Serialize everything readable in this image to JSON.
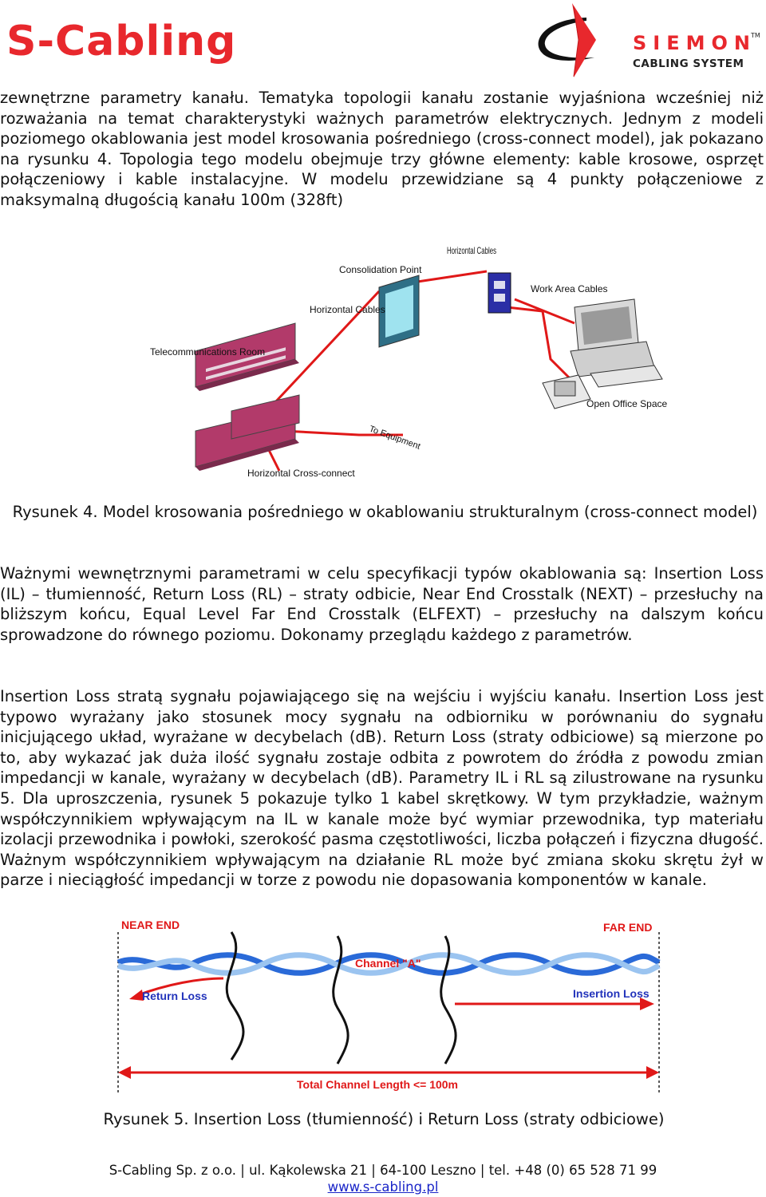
{
  "header": {
    "brand_left": "S-Cabling",
    "brand_right": "SIEMON",
    "brand_right_tm": "TM",
    "brand_right_sub": "CABLING SYSTEM"
  },
  "paragraphs": {
    "p1": "zewnętrzne parametry kanału. Tematyka topologii kanału zostanie wyjaśniona wcześniej niż rozważania na temat charakterystyki ważnych parametrów elektrycznych. Jednym z modeli poziomego okablowania jest model krosowania pośredniego (cross-connect model), jak pokazano na rysunku 4. Topologia tego modelu obejmuje trzy główne elementy: kable krosowe, osprzęt połączeniowy i kable instalacyjne. W modelu przewidziane są 4 punkty połączeniowe z maksymalną długością kanału 100m (328ft)",
    "p2": "Ważnymi wewnętrznymi parametrami w celu specyfikacji typów okablowania są: Insertion Loss (IL) – tłumienność, Return Loss (RL) – straty odbicie, Near End Crosstalk (NEXT) – przesłuchy na bliższym końcu, Equal Level Far End Crosstalk (ELFEXT) – przesłuchy na dalszym końcu sprowadzone do równego poziomu. Dokonamy przeglądu każdego z parametrów.",
    "p3": "Insertion Loss stratą sygnału pojawiającego się na wejściu i wyjściu kanału. Insertion Loss jest typowo wyrażany jako stosunek mocy sygnału na odbiorniku w porównaniu do sygnału inicjującego układ, wyrażane w decybelach (dB). Return Loss (straty odbiciowe) są mierzone po to, aby wykazać jak duża ilość sygnału zostaje odbita z powrotem do źródła z powodu zmian impedancji w kanale, wyrażany w decybelach (dB). Parametry IL i RL są zilustrowane na rysunku 5. Dla uproszczenia, rysunek 5 pokazuje tylko 1 kabel skrętkowy. W tym przykładzie, ważnym współczynnikiem wpływającym na IL w kanale może być wymiar przewodnika, typ materiału izolacji przewodnika i powłoki, szerokość pasma częstotliwości, liczba połączeń i fizyczna długość. Ważnym współczynnikiem wpływającym na działanie RL może być zmiana skoku skrętu żył w parze i nieciągłość impedancji w torze z powodu nie dopasowania komponentów w kanale."
  },
  "figure4": {
    "labels": {
      "horizontal_cables_top": "Horizontal Cables",
      "consolidation_point": "Consolidation Point",
      "work_area_cables": "Work Area Cables",
      "horizontal_cables_left": "Horizontal Cables",
      "telecom_room": "Telecommunications Room",
      "open_office": "Open Office Space",
      "to_equipment": "To Equipment",
      "horizontal_cross_connect": "Horizontal Cross-connect"
    },
    "caption": "Rysunek 4. Model krosowania pośredniego w okablowaniu strukturalnym (cross-connect model)"
  },
  "figure5": {
    "labels": {
      "near_end": "NEAR END",
      "far_end": "FAR END",
      "channel": "Channel \"A\"",
      "return_loss": "Return Loss",
      "insertion_loss": "Insertion Loss",
      "total_length": "Total Channel Length <= 100m"
    },
    "caption": "Rysunek 5. Insertion Loss (tłumienność) i Return Loss (straty odbiciowe)"
  },
  "footer": {
    "address": "S-Cabling Sp. z o.o. | ul. Kąkolewska 21 | 64-100 Leszno | tel. +48 (0) 65 528 71 99",
    "website": "www.s-cabling.pl"
  },
  "colors": {
    "brand_red": "#e8282d",
    "cable_red": "#e01818",
    "diagram_blue": "#2233bb",
    "link_blue": "#1a25c8"
  }
}
